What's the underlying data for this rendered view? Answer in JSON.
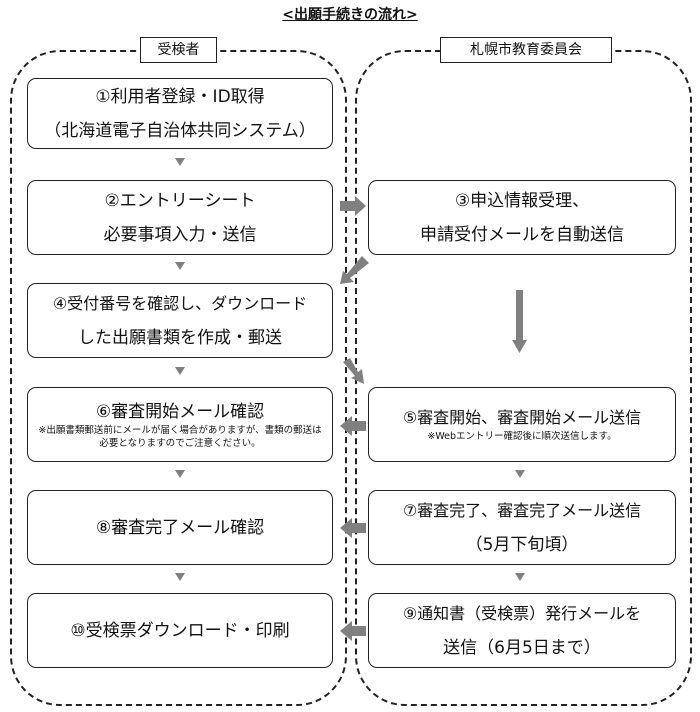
{
  "title": "<出願手続きの流れ>",
  "lanes": {
    "applicant": "受検者",
    "board": "札幌市教育委員会"
  },
  "steps": {
    "s1": {
      "line1": "①利用者登録・ID取得",
      "line2": "（北海道電子自治体共同システム）"
    },
    "s2": {
      "line1": "②エントリーシート",
      "line2": "必要事項入力・送信"
    },
    "s3": {
      "line1": "③申込情報受理、",
      "line2": "申請受付メールを自動送信"
    },
    "s4": {
      "line1": "④受付番号を確認し、ダウンロード",
      "line2": "した出願書類を作成・郵送"
    },
    "s5": {
      "line1": "⑤審査開始、審査開始メール送信",
      "note": "※Webエントリー確認後に順次送信します。"
    },
    "s6": {
      "line1": "⑥審査開始メール確認",
      "note": "※出願書類郵送前にメールが届く場合がありますが、書類の郵送は必要となりますのでご注意ください。"
    },
    "s7": {
      "line1": "⑦審査完了、審査完了メール送信",
      "line2": "（5月下旬頃）"
    },
    "s8": {
      "line1": "⑧審査完了メール確認"
    },
    "s9": {
      "line1": "⑨通知書（受検票）発行メールを",
      "line2": "送信（6月5日まで）"
    },
    "s10": {
      "line1": "⑩受検票ダウンロード・印刷"
    }
  },
  "colors": {
    "arrow": "#808080"
  }
}
